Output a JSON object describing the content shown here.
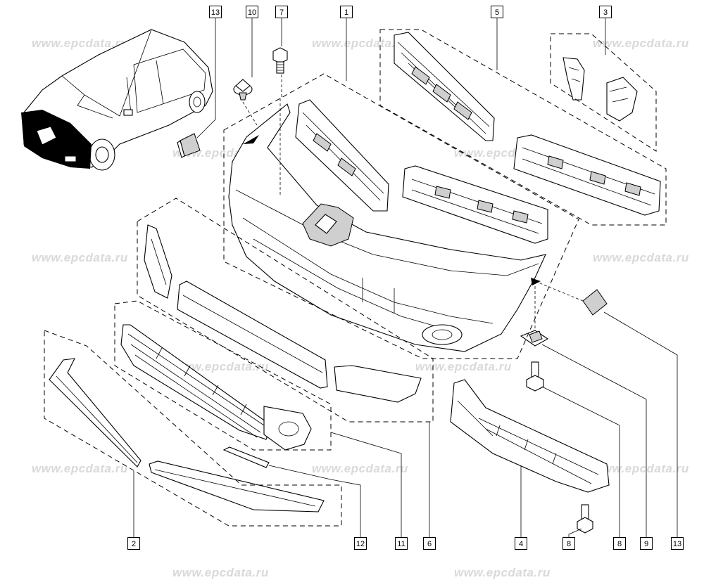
{
  "watermark": "www.epcdata.ru",
  "callouts": {
    "c13a": "13",
    "c10": "10",
    "c7": "7",
    "c1": "1",
    "c5": "5",
    "c3": "3",
    "c2": "2",
    "c12": "12",
    "c11": "11",
    "c6": "6",
    "c4": "4",
    "c8a": "8",
    "c8b": "8",
    "c9": "9",
    "c13b": "13"
  }
}
